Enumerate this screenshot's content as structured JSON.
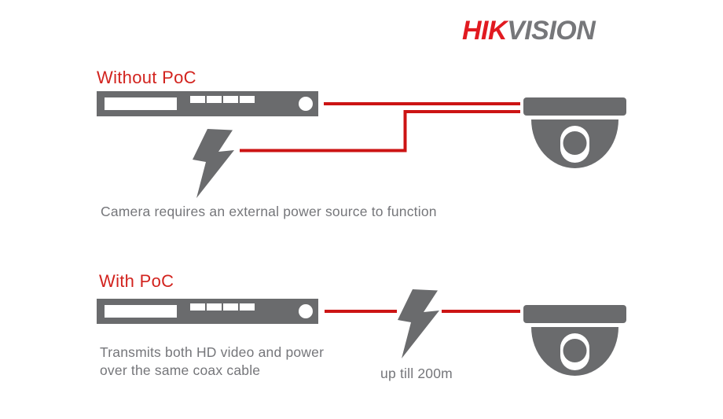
{
  "colors": {
    "background": "#ffffff",
    "logo_red": "#e11a20",
    "logo_gray": "#76777a",
    "heading_red": "#d2231e",
    "cable_red": "#cc1414",
    "device_gray": "#6a6b6d",
    "device_white": "#ffffff",
    "text_gray": "#75767a"
  },
  "logo": {
    "part_red": "HIK",
    "part_gray": "VISION"
  },
  "section_without_poc": {
    "heading": "Without PoC",
    "caption": "Camera requires an external power source to function"
  },
  "section_with_poc": {
    "heading": "With PoC",
    "caption_line1": "Transmits both HD video and power",
    "caption_line2": "over the same coax cable",
    "distance_label": "up till 200m"
  },
  "icons": {
    "recorder": "dvr-recorder-icon: gray rack unit with white display, four buttons and round knob",
    "camera": "dome-camera-icon: gray mount base with half-dome and white lens",
    "power_bolt": "lightning-bolt-icon: gray power bolt",
    "cable": "red coax cable line"
  }
}
